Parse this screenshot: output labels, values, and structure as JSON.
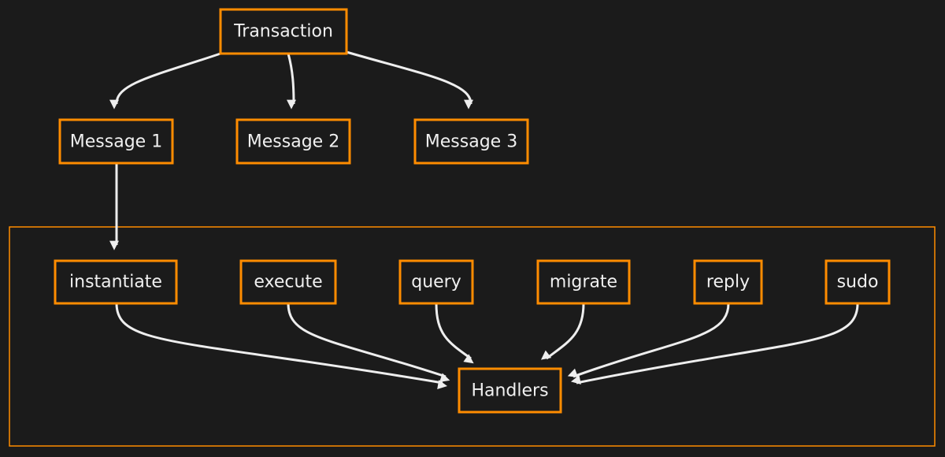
{
  "nodes": {
    "transaction": "Transaction",
    "message1": "Message 1",
    "message2": "Message 2",
    "message3": "Message 3",
    "instantiate": "instantiate",
    "execute": "execute",
    "query": "query",
    "migrate": "migrate",
    "reply": "reply",
    "sudo": "sudo",
    "handlers": "Handlers"
  },
  "colors": {
    "background": "#1b1b1b",
    "node_border": "#ff8c00",
    "edge": "#eeeeee",
    "text": "#f0f0f0"
  }
}
